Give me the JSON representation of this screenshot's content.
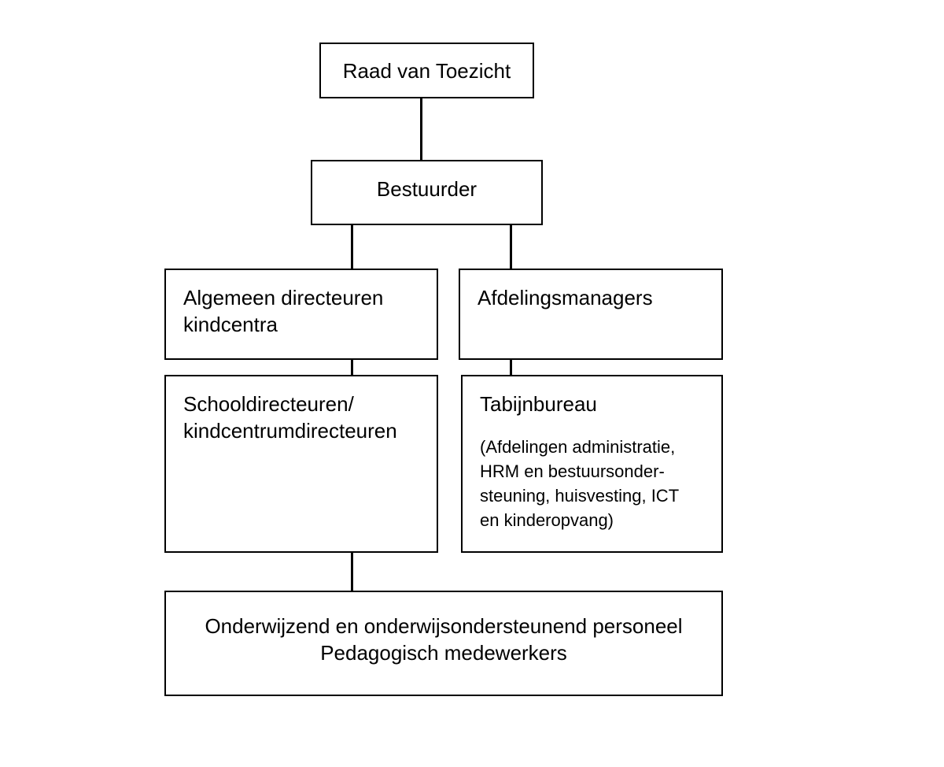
{
  "nodes": {
    "raad": "Raad van Toezicht",
    "bestuurder": "Bestuurder",
    "algemeen": "Algemeen directeuren kindcentra",
    "afdelingsmanagers": "Afdelingsmanagers",
    "schooldirecteuren_line1": "Schooldirecteuren/",
    "schooldirecteuren_line2": "kindcentrumdirecteuren",
    "tabijnbureau": "Tabijnbureau",
    "tabijnbureau_detail_line1": "(Afdelingen administratie,",
    "tabijnbureau_detail_line2": "HRM en bestuursonder-",
    "tabijnbureau_detail_line3": "steuning, huisvesting, ICT",
    "tabijnbureau_detail_line4": "en kinderopvang)",
    "personeel_line1": "Onderwijzend en onderwijsondersteunend personeel",
    "personeel_line2": "Pedagogisch medewerkers"
  }
}
